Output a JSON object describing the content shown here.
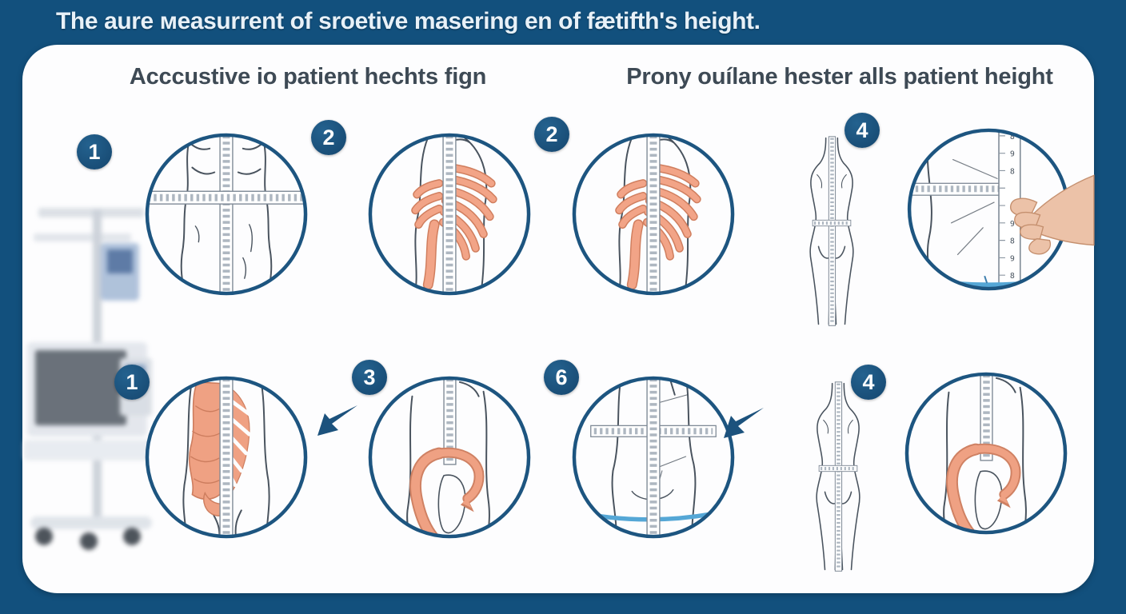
{
  "title": "The aure мeasurrent of sroetive masering en of fætifth's height.",
  "section_headers": {
    "left": "Acccustive io patient hechts fign",
    "right": "Prony ouílane hester alls patient height"
  },
  "badges": {
    "r1b1": "1",
    "r1b2": "2",
    "r1b3": "2",
    "r1b4": "4",
    "r2b1": "1",
    "r2b2": "3",
    "r2b3": "6",
    "r2b4": "4"
  },
  "ruler": {
    "digits": [
      "8",
      "9",
      "8",
      "9",
      "8",
      "9",
      "8",
      "9"
    ]
  },
  "colors": {
    "background": "#12507d",
    "panel": "#fdfdfe",
    "accent_blue": "#1c527d",
    "salmon": "#efa183",
    "salmon_dark": "#cd7d5e",
    "band_blue": "#55a7d6",
    "header_text": "#3e4a55",
    "title_text": "#e8f1f8"
  },
  "illustrations": {
    "row1": [
      "torso-front-tape-cross",
      "ribcage-side-tape",
      "ribcage-side-tape",
      "standing-figure-back-tape",
      "hand-holding-tape-ruler"
    ],
    "row2": [
      "back-muscles-tape",
      "hip-muscle-tape",
      "torso-back-tape-band",
      "standing-figure-back-tape",
      "hip-muscle-tape"
    ],
    "background_left": "medical-monitor-cart"
  }
}
